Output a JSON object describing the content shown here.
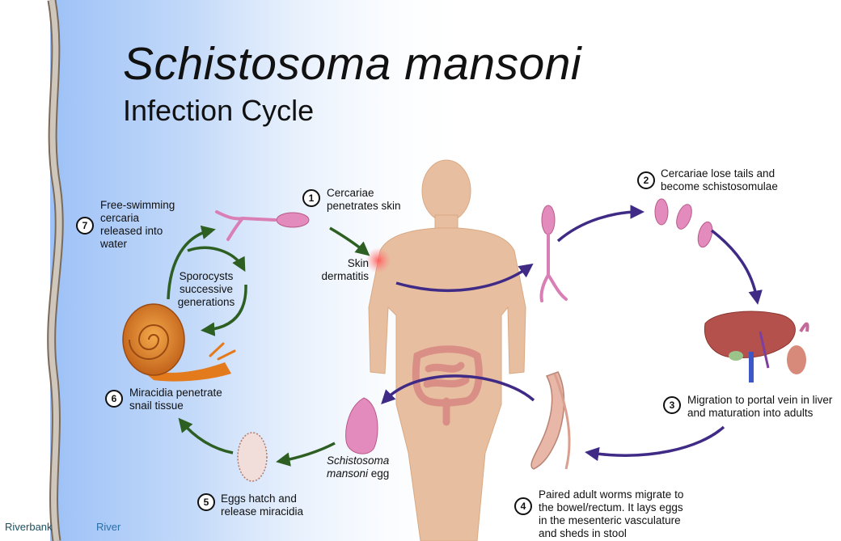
{
  "title": "Schistosoma mansoni",
  "subtitle": "Infection Cycle",
  "steps": [
    {
      "num": "1",
      "text1": "Cercariae",
      "text2": "penetrates skin"
    },
    {
      "num": "2",
      "text1": "Cercariae lose tails and",
      "text2": "become schistosomulae"
    },
    {
      "num": "3",
      "text1": "Migration to portal vein in liver",
      "text2": "and maturation into adults"
    },
    {
      "num": "4",
      "text1": "Paired adult worms migrate to",
      "text2": "the bowel/rectum. It lays eggs",
      "text3": "in the mesenteric vasculature",
      "text4": "and sheds in stool"
    },
    {
      "num": "5",
      "text1": "Eggs hatch and",
      "text2": "release miracidia"
    },
    {
      "num": "6",
      "text1": "Miracidia penetrate",
      "text2": "snail tissue"
    },
    {
      "num": "7",
      "text1": "Free-swimming",
      "text2": "cercaria",
      "text3": "released into",
      "text4": "water"
    }
  ],
  "labels": {
    "skin1": "Skin",
    "skin2": "dermatitis",
    "sporo1": "Sporocysts",
    "sporo2": "successive",
    "sporo3": "generations",
    "egg_italic1": "Schistosoma",
    "egg_italic2": "mansoni",
    "egg_plain": " egg",
    "riverbank": "Riverbank",
    "river": "River"
  },
  "colors": {
    "purple_arrow": "#3f2a86",
    "green_arrow": "#2d5f22",
    "river_blue": "#a9c9f7",
    "skin": "#e7bfa0",
    "parasite_pink": "#e48bbd"
  }
}
